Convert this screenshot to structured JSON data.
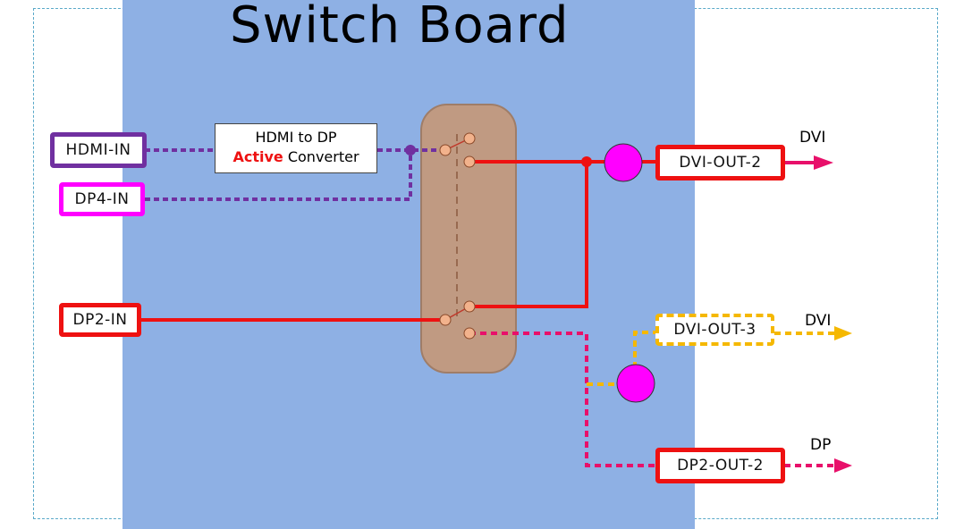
{
  "title": "Switch Board",
  "inputs": {
    "hdmi_in": "HDMI-IN",
    "dp4_in": "DP4-IN",
    "dp2_in": "DP2-IN"
  },
  "converter": {
    "line1": "HDMI to DP",
    "line2_highlight": "Active",
    "line2_rest": " Converter"
  },
  "outputs": {
    "dvi_out_2": "DVI-OUT-2",
    "dvi_out_3": "DVI-OUT-3",
    "dp2_out_2": "DP2-OUT-2"
  },
  "signal_labels": {
    "dvi_top": "DVI",
    "dvi_mid": "DVI",
    "dp_bottom": "DP"
  },
  "colors": {
    "board": "#8eb0e4",
    "purple_line": "#7030a0",
    "red_line": "#ee1111",
    "pink_line": "#e8106a",
    "yellow_line": "#f5b800",
    "magenta_node": "#ff00ff"
  }
}
